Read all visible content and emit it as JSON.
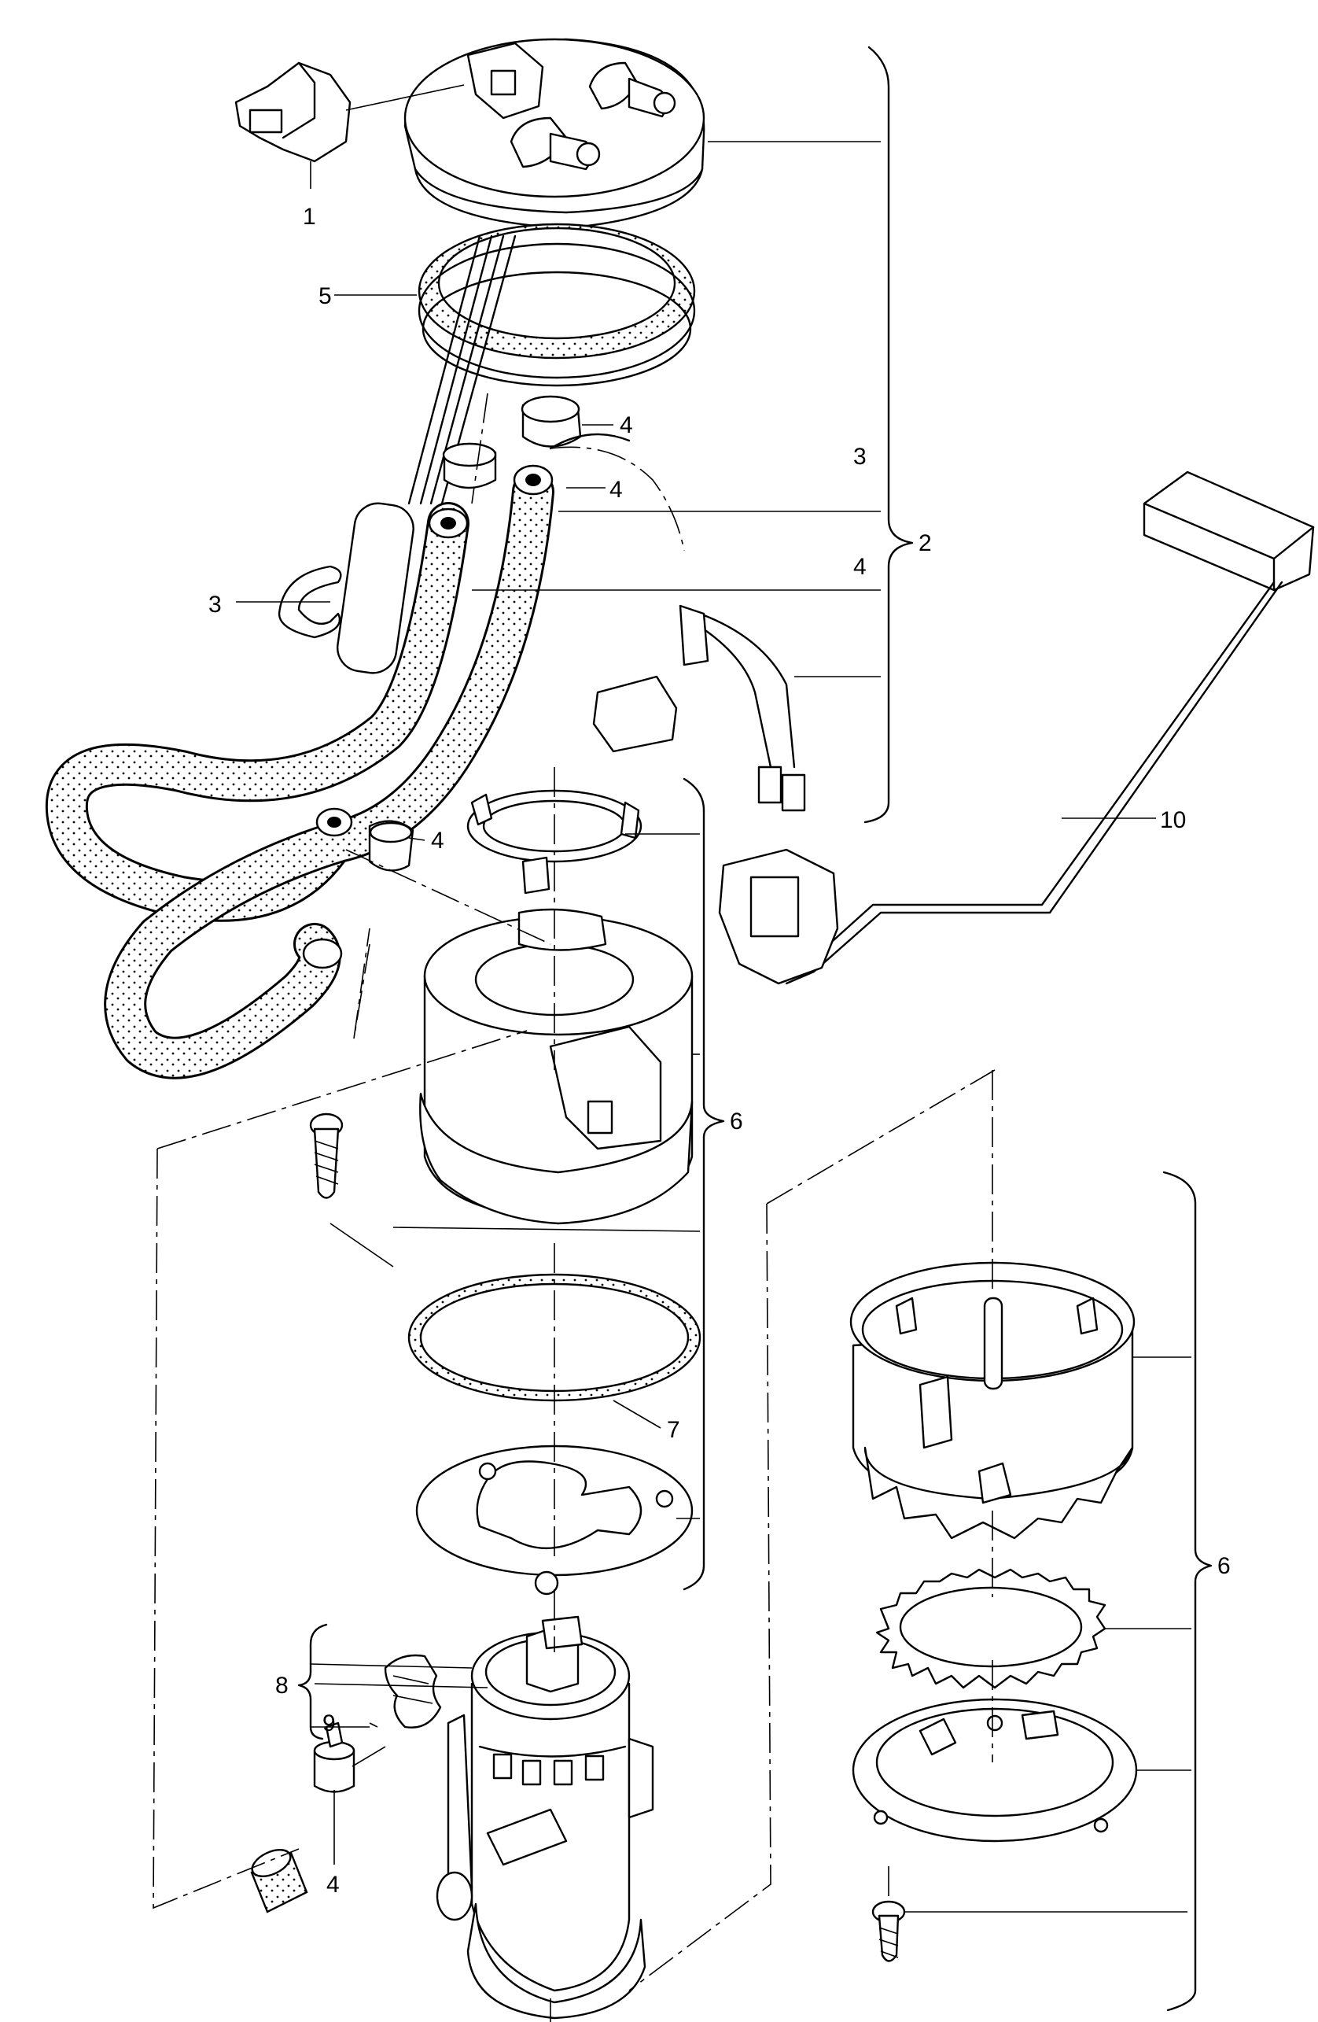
{
  "diagram": {
    "callouts": [
      {
        "id": "c1a",
        "text": "1"
      },
      {
        "id": "c5",
        "text": "5"
      },
      {
        "id": "c4a",
        "text": "4"
      },
      {
        "id": "c4b",
        "text": "4"
      },
      {
        "id": "c3a",
        "text": "3"
      },
      {
        "id": "c3b",
        "text": "3"
      },
      {
        "id": "c2",
        "text": "2"
      },
      {
        "id": "c4c",
        "text": "4"
      },
      {
        "id": "c4d",
        "text": "4"
      },
      {
        "id": "c10",
        "text": "10"
      },
      {
        "id": "c6a",
        "text": "6"
      },
      {
        "id": "c7",
        "text": "7"
      },
      {
        "id": "c8",
        "text": "8"
      },
      {
        "id": "c9",
        "text": "9"
      },
      {
        "id": "c4e",
        "text": "4"
      },
      {
        "id": "c6b",
        "text": "6"
      }
    ]
  }
}
